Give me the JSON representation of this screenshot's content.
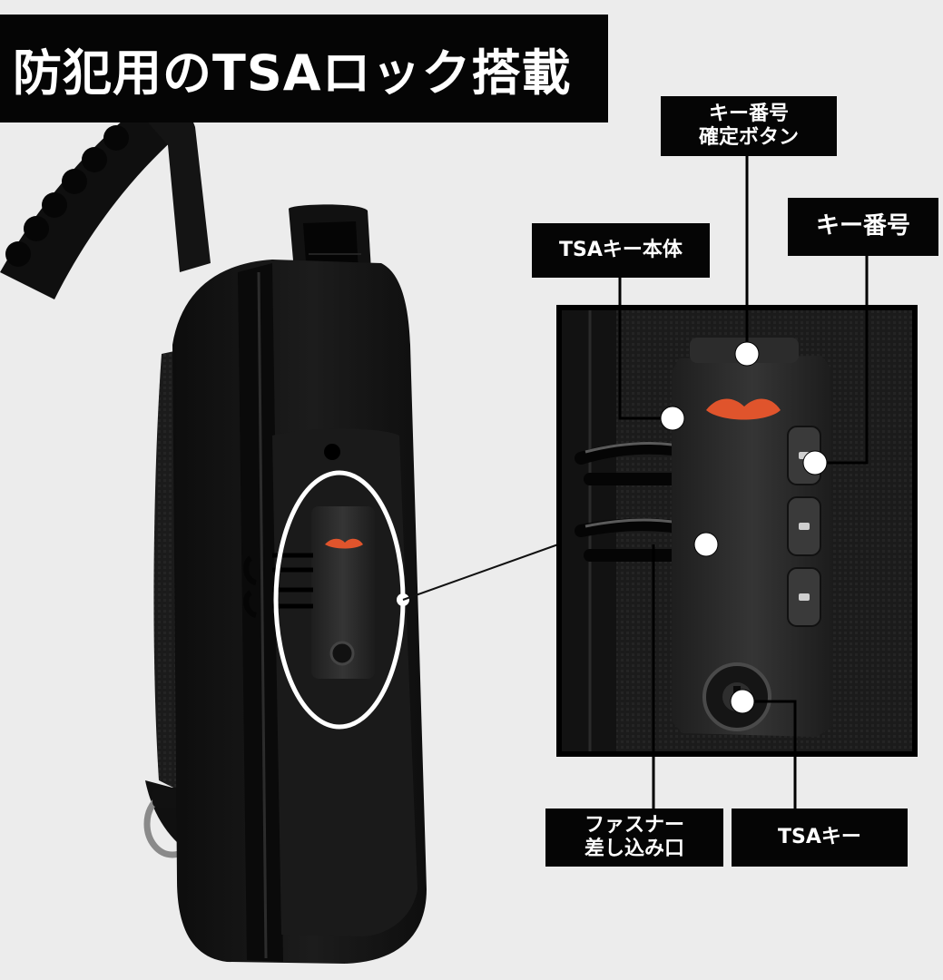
{
  "title": "防犯用のTSAロック搭載",
  "labels": {
    "key_number_confirm": [
      "キー番号",
      "確定ボタン"
    ],
    "key_number": "キー番号",
    "tsa_key_body": "TSAキー本体",
    "zipper_slot": [
      "ファスナー",
      "差し込み口"
    ],
    "tsa_key": "TSAキー"
  },
  "colors": {
    "background": "#ececec",
    "banner": "#050505",
    "bag": "#151515",
    "lock": "#2a2a2a",
    "logo": "#e0542c"
  }
}
